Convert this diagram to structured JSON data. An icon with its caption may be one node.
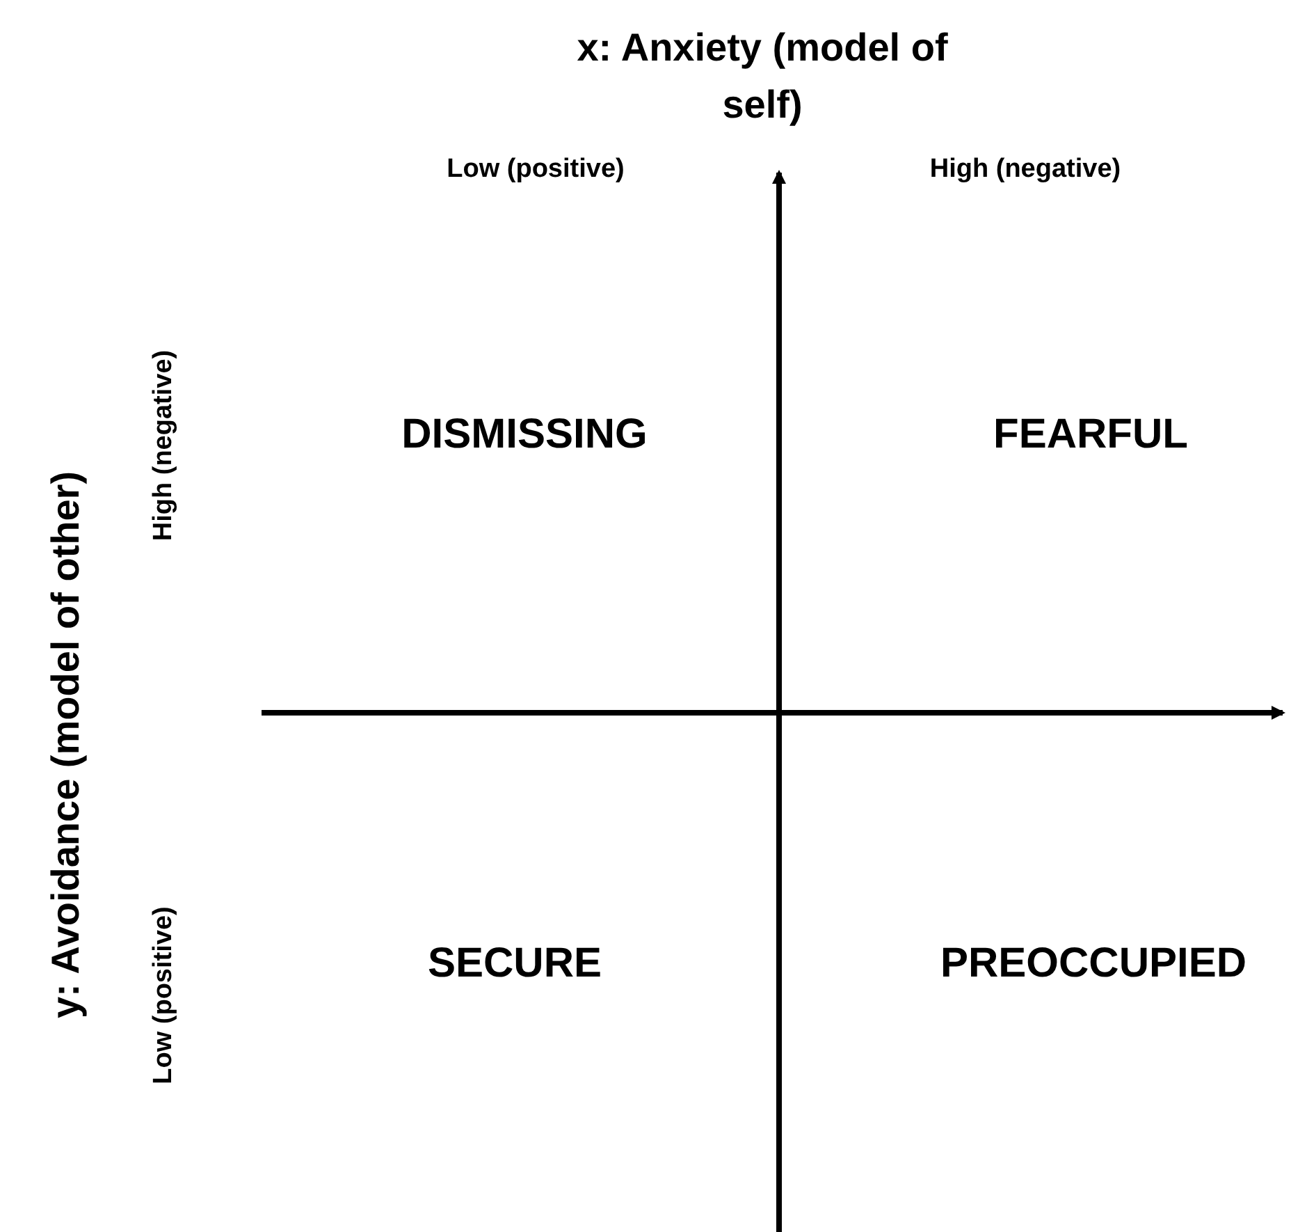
{
  "diagram": {
    "labels": [
      "x: Anxiety (model of self)",
      "Low (positive)",
      "High (negative)",
      "y: Avoidance (model of other)",
      "High (negative)",
      "Low (positive)",
      "DISMISSING",
      "FEARFUL",
      "SECURE",
      "PREOCCUPIED"
    ]
  }
}
